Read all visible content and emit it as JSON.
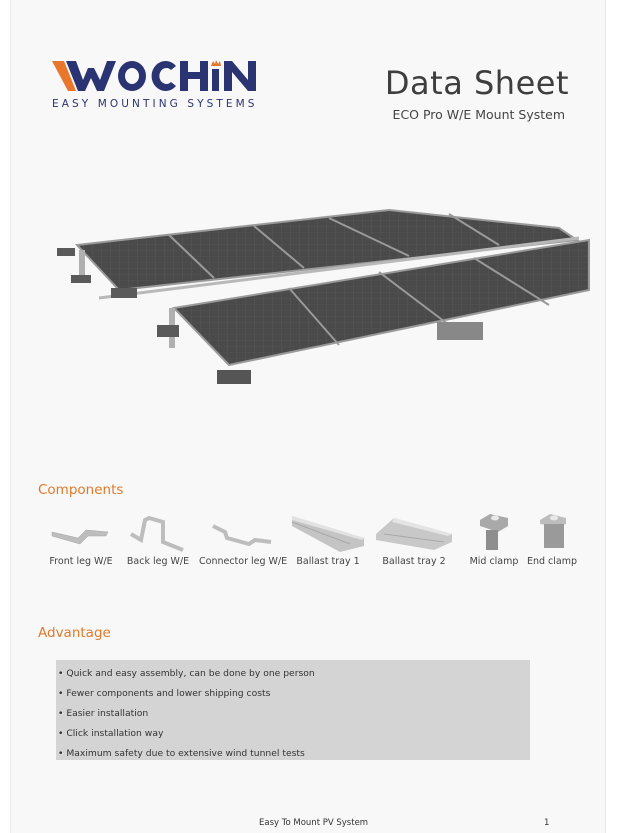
{
  "brand": {
    "logo_word": "WOCHIN",
    "tagline": "EASY MOUNTING SYSTEMS",
    "colors": {
      "orange": "#e8762b",
      "navy": "#2b3472"
    }
  },
  "header": {
    "title": "Data Sheet",
    "subtitle": "ECO Pro W/E Mount System"
  },
  "hero": {
    "image": "solar-panel-array-east-west-mount"
  },
  "components": {
    "heading": "Components",
    "items": [
      {
        "label": "Front leg W/E",
        "icon": "front-leg-icon"
      },
      {
        "label": "Back leg W/E",
        "icon": "back-leg-icon"
      },
      {
        "label": "Connector leg W/E",
        "icon": "connector-leg-icon"
      },
      {
        "label": "Ballast tray 1",
        "icon": "ballast-tray-icon"
      },
      {
        "label": "Ballast tray 2",
        "icon": "ballast-tray-icon"
      },
      {
        "label": "Mid clamp",
        "icon": "mid-clamp-icon"
      },
      {
        "label": "End clamp",
        "icon": "end-clamp-icon"
      }
    ]
  },
  "advantage": {
    "heading": "Advantage",
    "items": [
      "• Quick and easy assembly, can be done by one person",
      "• Fewer components and lower shipping costs",
      "• Easier installation",
      "• Click installation way",
      "• Maximum safety due to extensive wind tunnel tests"
    ]
  },
  "footer": {
    "text": "Easy To Mount PV System",
    "page": "1"
  },
  "colors": {
    "accent": "#e07a2a",
    "page_bg": "#f8f8f8",
    "advantage_bg": "#d4d4d4"
  }
}
